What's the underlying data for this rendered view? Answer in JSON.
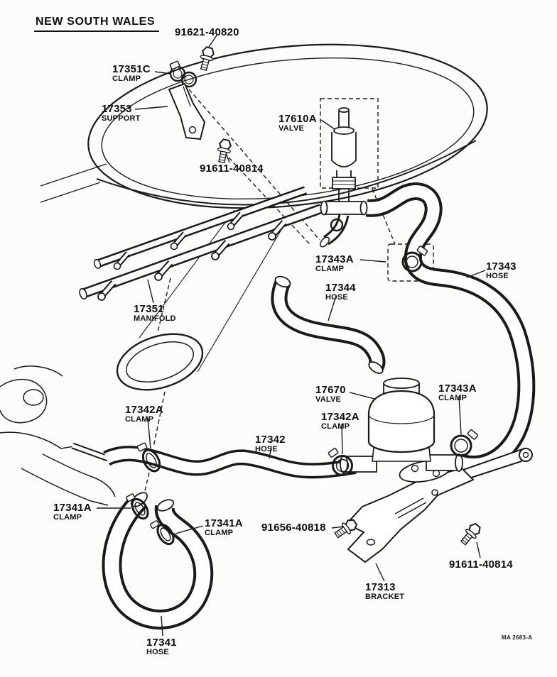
{
  "doc": {
    "region_title": "NEW SOUTH WALES",
    "drawing_number": "MA 2683-A"
  },
  "labels": [
    {
      "code": "91621-40820",
      "name": ""
    },
    {
      "code": "17351C",
      "name": "CLAMP"
    },
    {
      "code": "17353",
      "name": "SUPPORT"
    },
    {
      "code": "17610A",
      "name": "VALVE"
    },
    {
      "code": "91611-40814",
      "name": ""
    },
    {
      "code": "17343A",
      "name": "CLAMP"
    },
    {
      "code": "17344",
      "name": "HOSE"
    },
    {
      "code": "17343",
      "name": "HOSE"
    },
    {
      "code": "17351",
      "name": "MANIFOLD"
    },
    {
      "code": "17670",
      "name": "VALVE"
    },
    {
      "code": "17343A",
      "name": "CLAMP"
    },
    {
      "code": "17342A",
      "name": "CLAMP"
    },
    {
      "code": "17342A",
      "name": "CLAMP"
    },
    {
      "code": "17342",
      "name": "HOSE"
    },
    {
      "code": "17341A",
      "name": "CLAMP"
    },
    {
      "code": "17341A",
      "name": "CLAMP"
    },
    {
      "code": "91656-40818",
      "name": ""
    },
    {
      "code": "91611-40814",
      "name": ""
    },
    {
      "code": "17313",
      "name": "BRACKET"
    },
    {
      "code": "17341",
      "name": "HOSE"
    }
  ]
}
